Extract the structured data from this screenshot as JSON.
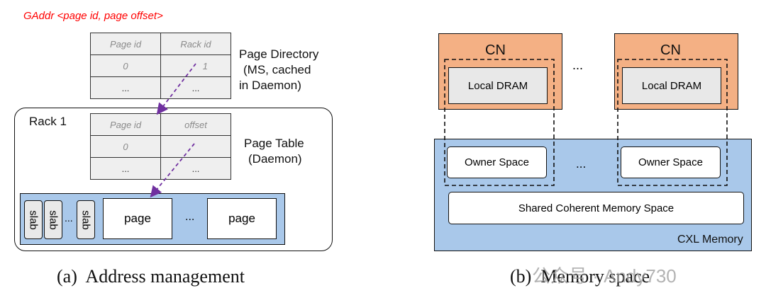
{
  "panel_a": {
    "gaddr_label": "GAddr <page id, page offset>",
    "page_directory": {
      "headers": [
        "Page id",
        "Rack id"
      ],
      "rows": [
        [
          "0",
          "1"
        ],
        [
          "...",
          "..."
        ]
      ],
      "title_line1": "Page Directory",
      "title_line2": "(MS, cached",
      "title_line3": "in Daemon)"
    },
    "rack_label": "Rack 1",
    "page_table": {
      "headers": [
        "Page id",
        "offset"
      ],
      "rows": [
        [
          "0",
          ""
        ],
        [
          "...",
          "..."
        ]
      ],
      "title_line1": "Page Table",
      "title_line2": "(Daemon)"
    },
    "memory_row": {
      "slabs": [
        "slab",
        "slab",
        "slab"
      ],
      "slab_ellipsis": "...",
      "page1": "page",
      "page_ellipsis": "...",
      "page2": "page"
    },
    "caption": "(a)  Address management"
  },
  "panel_b": {
    "cn_left": "CN",
    "cn_right": "CN",
    "cn_ellipsis": "...",
    "dram_left": "Local DRAM",
    "dram_right": "Local DRAM",
    "owner_left": "Owner Space",
    "owner_right": "Owner Space",
    "owner_ellipsis": "...",
    "shared_space": "Shared Coherent Memory Space",
    "cxl_label": "CXL Memory",
    "caption": "(b)  Memory space",
    "watermark": "公众号 · Andy730"
  },
  "colors": {
    "cn_orange": "#f4b084",
    "cxl_blue": "#a9c8ea",
    "arrow_purple": "#7030a0",
    "red_label": "#ff0000"
  }
}
